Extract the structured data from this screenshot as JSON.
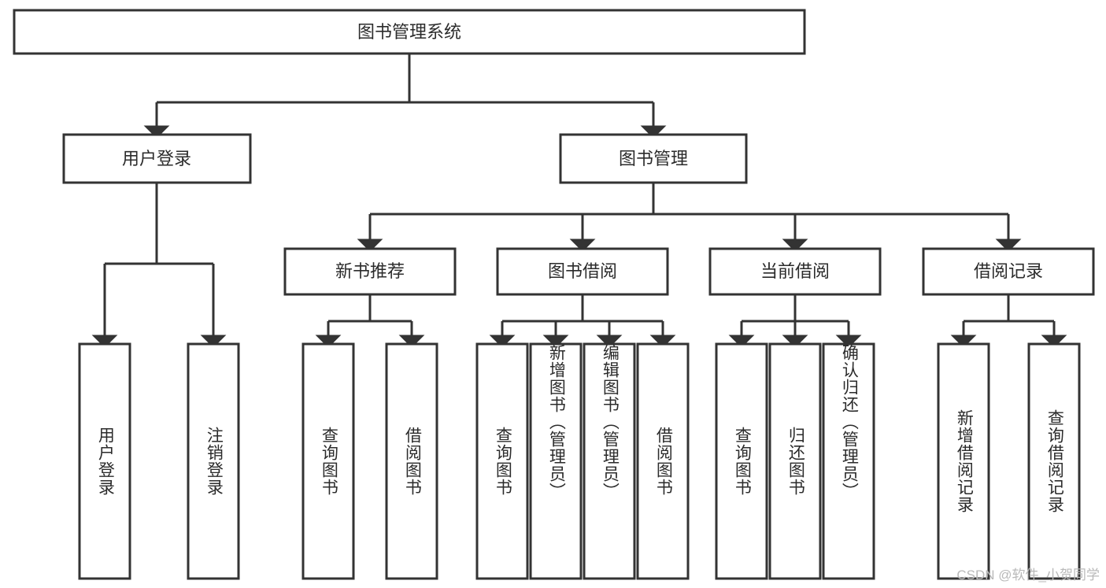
{
  "diagram": {
    "title": "图书管理系统",
    "watermark": "CSDN @软件_小贺同学",
    "colors": {
      "box_stroke": "#333333",
      "box_fill": "#ffffff",
      "text": "#2b2b2b",
      "watermark": "#b9b9b9",
      "background": "#ffffff"
    },
    "root": {
      "label": "图书管理系统"
    },
    "level2": [
      {
        "id": "user-login",
        "label": "用户登录"
      },
      {
        "id": "book-manage",
        "label": "图书管理"
      }
    ],
    "level3": [
      {
        "id": "new-book-recommend",
        "label": "新书推荐"
      },
      {
        "id": "book-borrow",
        "label": "图书借阅"
      },
      {
        "id": "current-borrow",
        "label": "当前借阅"
      },
      {
        "id": "borrow-record",
        "label": "借阅记录"
      }
    ],
    "leaves": {
      "user-login": [
        {
          "id": "leaf-user-login",
          "label": "用户登录"
        },
        {
          "id": "leaf-logout-login",
          "label": "注销登录"
        }
      ],
      "new-book-recommend": [
        {
          "id": "leaf-query-book-1",
          "label": "查询图书"
        },
        {
          "id": "leaf-borrow-book-1",
          "label": "借阅图书"
        }
      ],
      "book-borrow": [
        {
          "id": "leaf-query-book-2",
          "label": "查询图书"
        },
        {
          "id": "leaf-add-book",
          "label": "新增图书（管理员）"
        },
        {
          "id": "leaf-edit-book",
          "label": "编辑图书（管理员）"
        },
        {
          "id": "leaf-borrow-book-2",
          "label": "借阅图书"
        }
      ],
      "current-borrow": [
        {
          "id": "leaf-query-book-3",
          "label": "查询图书"
        },
        {
          "id": "leaf-return-book",
          "label": "归还图书"
        },
        {
          "id": "leaf-confirm-return",
          "label": "确认归还（管理员）"
        }
      ],
      "borrow-record": [
        {
          "id": "leaf-add-record",
          "label": "新增借阅记录"
        },
        {
          "id": "leaf-query-record",
          "label": "查询借阅记录"
        }
      ]
    }
  }
}
